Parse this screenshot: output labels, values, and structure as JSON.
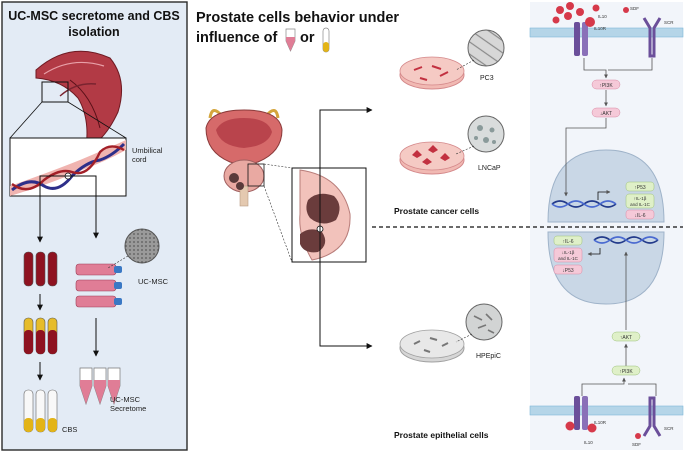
{
  "left_panel": {
    "title_line1": "UC-MSC secretome and CBS",
    "title_line2": "isolation",
    "label_umbilical_line1": "Umbilical",
    "label_umbilical_line2": "cord",
    "label_ucmsc": "UC-MSC",
    "label_secretome_line1": "UC-MSC",
    "label_secretome_line2": "Secretome",
    "label_cbs": "CBS"
  },
  "middle": {
    "title_line1": "Prostate cells behavior under",
    "title_line2_prefix": "influence of",
    "title_line2_or": "or",
    "label_pc3": "PC3",
    "label_lncap": "LNCaP",
    "label_hpepic": "HPEpiC",
    "label_cancer": "Prostate cancer cells",
    "label_epithelial": "Prostate epithelial cells"
  },
  "right_panel": {
    "top": {
      "receptor_left": "IL10R",
      "ligand_left": "IL10",
      "ligand_right": "SDF",
      "receptor_right": "SCR",
      "node1": "↑PI3K",
      "node2": "↓AKT",
      "out1": "↑P53",
      "out2a": "↑IL-1β",
      "out2b": "and IL-1C",
      "out3": "↓IL-6"
    },
    "bottom": {
      "out1": "↑IL-6",
      "out2a": "↓IL-1β",
      "out2b": "and IL-1C",
      "out3": "↓P53",
      "node1": "↑AKT",
      "node2": "↑PI3K",
      "receptor_left": "IL10R",
      "ligand_left": "IL10",
      "ligand_right": "SDF",
      "receptor_right": "SCR"
    }
  },
  "colors": {
    "panel_bg": "#e3ebf5",
    "panel_border": "#2a2a2a",
    "blood_red": "#8e1220",
    "serum_yellow": "#e3b417",
    "flask_pink": "#e07d96",
    "flask_blue": "#3a78c4",
    "cell_membrane": "#7fb7d8",
    "nucleus": "#bfcfe0",
    "dna": "#223a8a",
    "receptor_purple": "#6b4f9a",
    "ligand_red": "#d6394a",
    "pathway_pink": "#f5c9d8",
    "pathway_green": "#dff0c8"
  }
}
